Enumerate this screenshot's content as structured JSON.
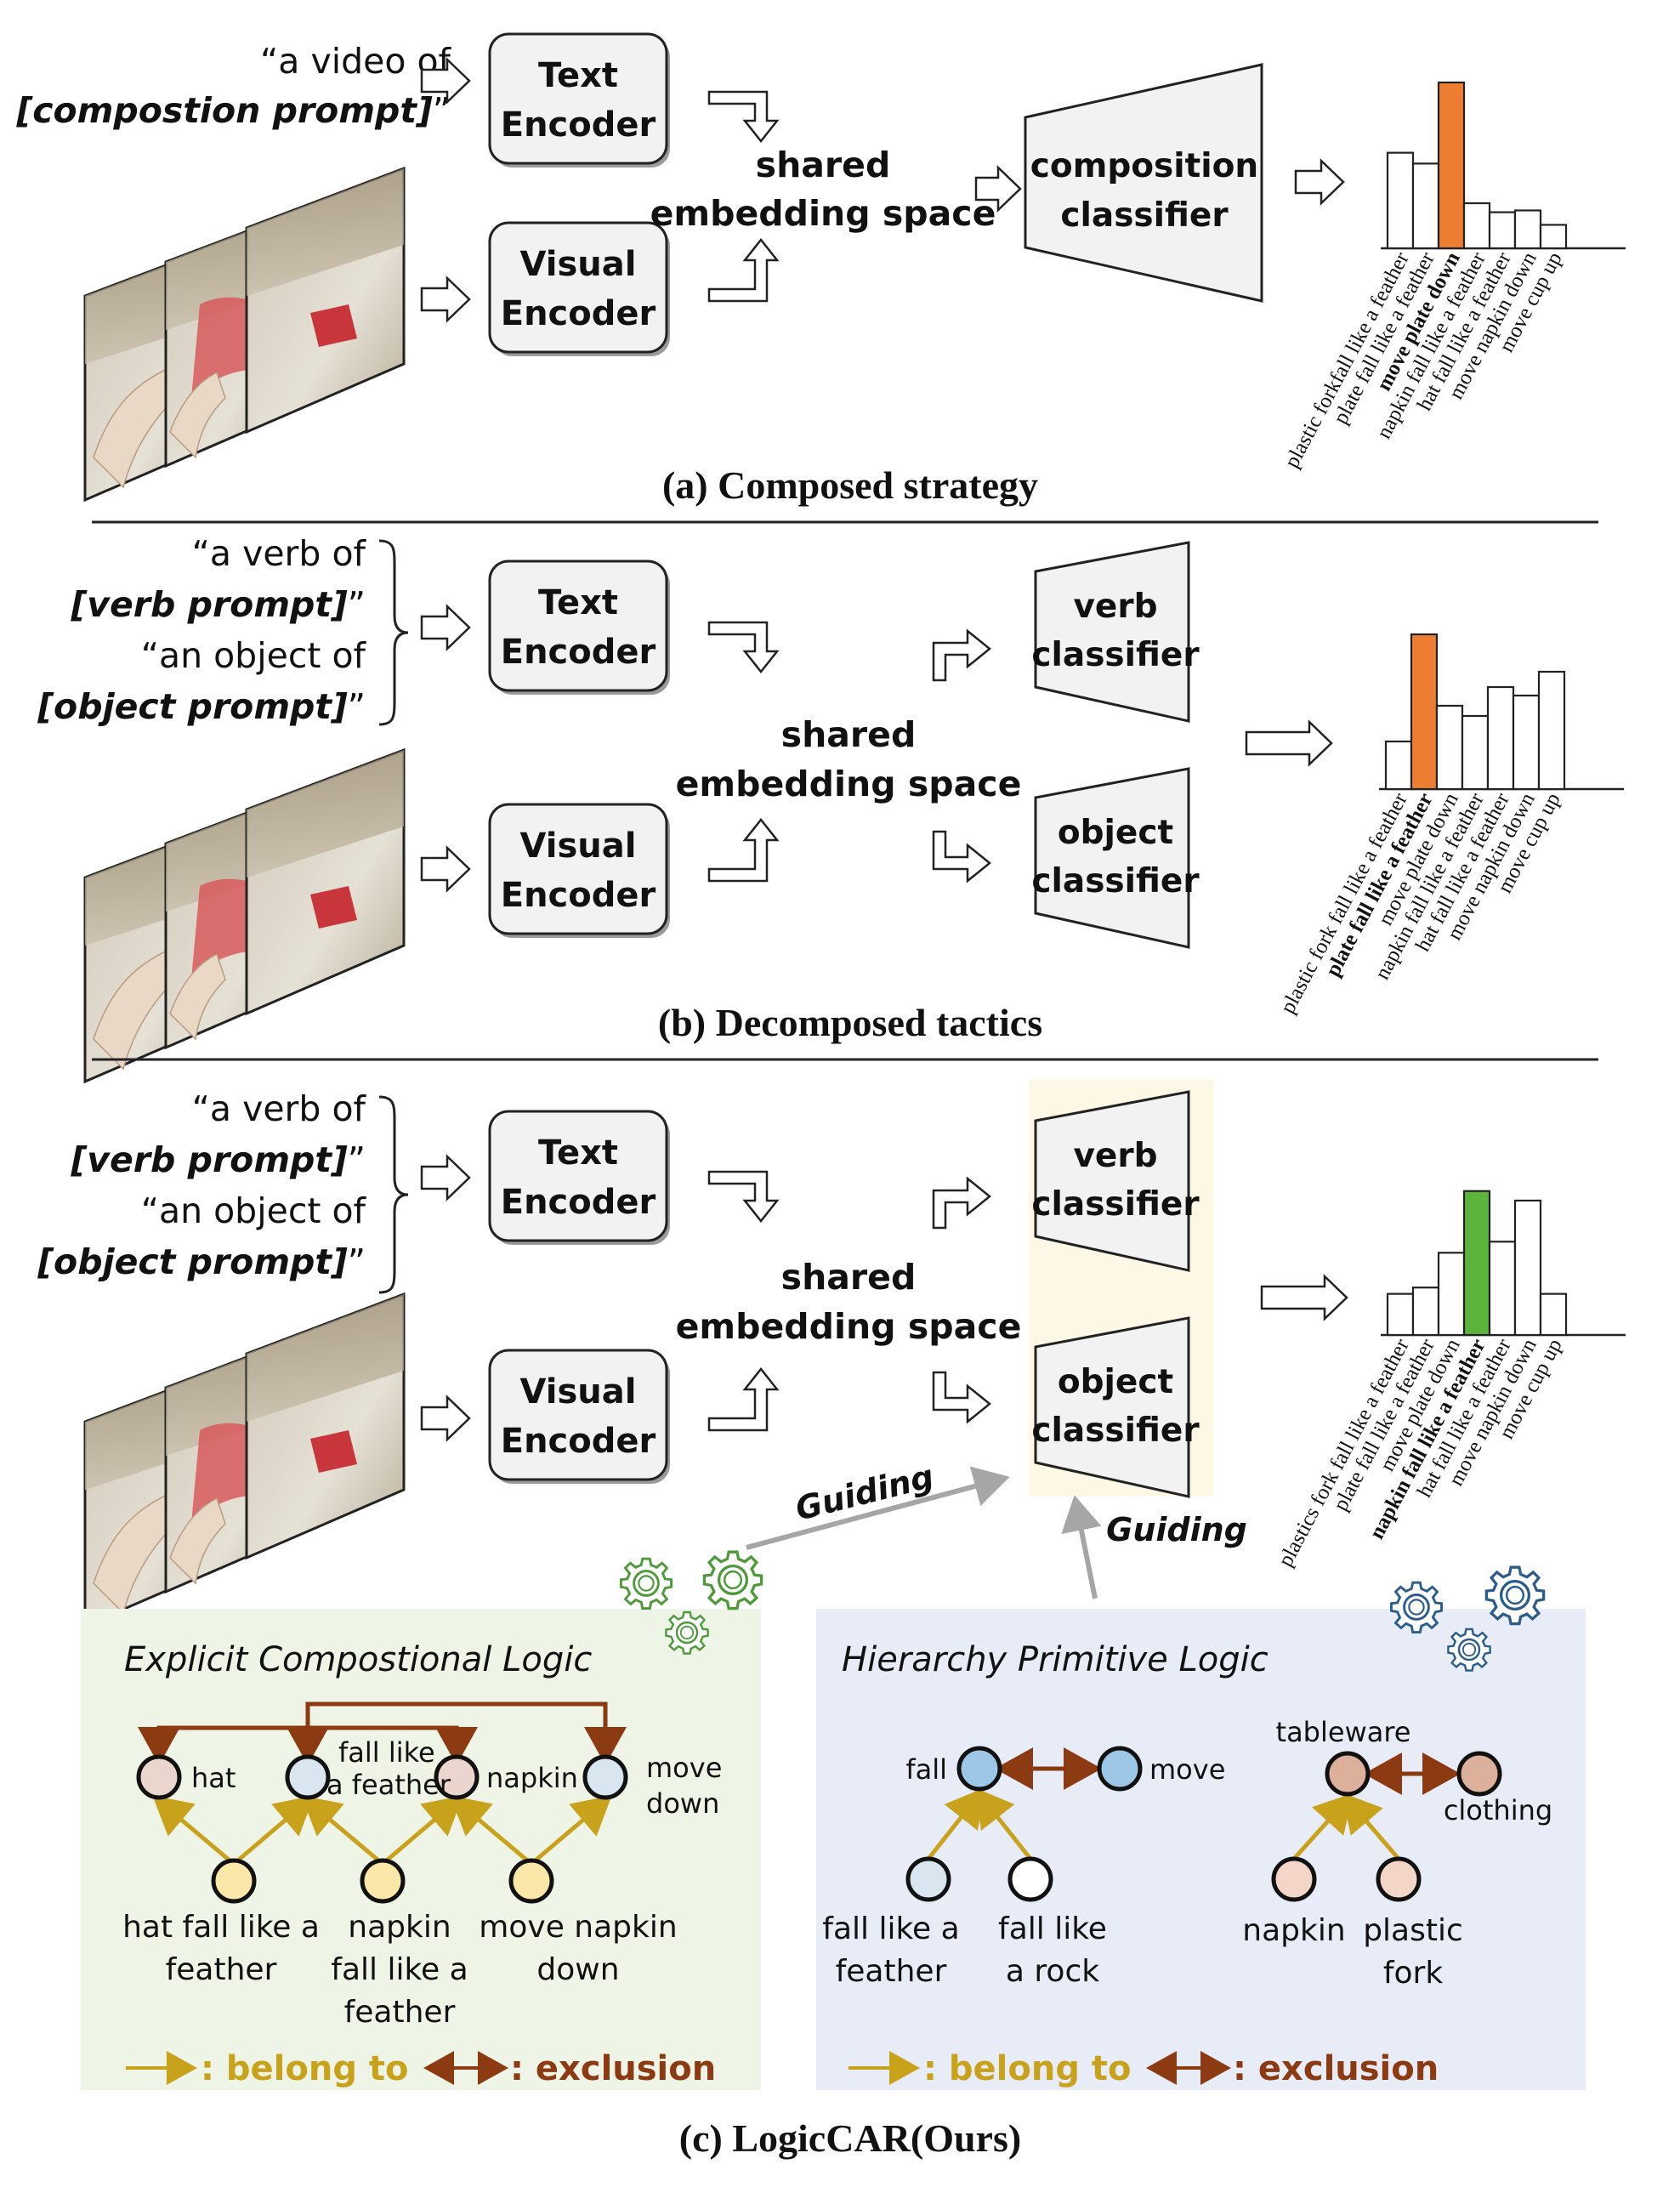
{
  "panels": [
    {
      "id": "a",
      "caption": "(a) Composed strategy",
      "prompts": [
        {
          "open": "“",
          "text": "a video of",
          "bold": "",
          "close": ""
        },
        {
          "open": "",
          "text": "",
          "bold": "[compostion prompt]",
          "close": "”"
        }
      ],
      "text_encoder": [
        "Text",
        "Encoder"
      ],
      "visual_encoder": [
        "Visual",
        "Encoder"
      ],
      "shared": [
        "shared",
        "embedding space"
      ],
      "classifiers": [
        [
          "composition",
          "classifier"
        ]
      ],
      "chart": {
        "type": "bar",
        "categories": [
          "plastic forkfall like a feather",
          "plate fall like a feather",
          "move plate down",
          "napkin fall like a feather",
          "hat fall like a feather",
          "move napkin down",
          "move cup up"
        ],
        "values": [
          0.53,
          0.47,
          0.92,
          0.25,
          0.2,
          0.21,
          0.13
        ],
        "highlight_index": 2,
        "highlight_color": "#ed7d31",
        "label_colors": [
          "#111111",
          "#111111",
          "#c00000",
          "#3a9a5b",
          "#111111",
          "#111111",
          "#111111"
        ]
      }
    },
    {
      "id": "b",
      "caption": "(b) Decomposed tactics",
      "prompts": [
        {
          "open": "“",
          "text": "a verb of",
          "bold": "",
          "close": ""
        },
        {
          "open": "",
          "text": "",
          "bold": "[verb prompt]",
          "close": "”"
        },
        {
          "open": "“",
          "text": "an object of",
          "bold": "",
          "close": ""
        },
        {
          "open": "",
          "text": "",
          "bold": "[object prompt]",
          "close": "”"
        }
      ],
      "text_encoder": [
        "Text",
        "Encoder"
      ],
      "visual_encoder": [
        "Visual",
        "Encoder"
      ],
      "shared": [
        "shared",
        "embedding space"
      ],
      "classifiers": [
        [
          "verb",
          "classifier"
        ],
        [
          "object",
          "classifier"
        ]
      ],
      "chart": {
        "type": "bar",
        "categories": [
          "plastic fork fall like a feather",
          "plate fall like a feather",
          "move plate down",
          "napkin fall like a feather",
          "hat fall like a feather",
          "move napkin down",
          "move cup up"
        ],
        "values": [
          0.28,
          0.91,
          0.49,
          0.43,
          0.6,
          0.55,
          0.69
        ],
        "highlight_index": 1,
        "highlight_color": "#ed7d31",
        "label_colors": [
          "#111111",
          "#c00000",
          "#111111",
          "#3a9a5b",
          "#111111",
          "#111111",
          "#111111"
        ]
      }
    },
    {
      "id": "c",
      "caption": "(c) LogicCAR(Ours)",
      "prompts": [
        {
          "open": "“",
          "text": "a verb of",
          "bold": "",
          "close": ""
        },
        {
          "open": "",
          "text": "",
          "bold": "[verb prompt]",
          "close": "”"
        },
        {
          "open": "“",
          "text": "an object of",
          "bold": "",
          "close": ""
        },
        {
          "open": "",
          "text": "",
          "bold": "[object prompt]",
          "close": "”"
        }
      ],
      "text_encoder": [
        "Text",
        "Encoder"
      ],
      "visual_encoder": [
        "Visual",
        "Encoder"
      ],
      "shared": [
        "shared",
        "embedding space"
      ],
      "classifiers": [
        [
          "verb",
          "classifier"
        ],
        [
          "object",
          "classifier"
        ]
      ],
      "chart": {
        "type": "bar",
        "categories": [
          "plastics fork  fall like a feather",
          "plate fall like a feather",
          "move plate down",
          "napkin fall like a feather",
          "hat fall like a feather",
          "move napkin down",
          "move cup up"
        ],
        "values": [
          0.26,
          0.3,
          0.52,
          0.91,
          0.59,
          0.85,
          0.26
        ],
        "highlight_index": 3,
        "highlight_color": "#5cb43c",
        "label_colors": [
          "#111111",
          "#111111",
          "#111111",
          "#3a9a5b",
          "#111111",
          "#111111",
          "#111111"
        ]
      },
      "guiding": [
        "Guiding",
        "Guiding"
      ]
    }
  ],
  "explicit_logic": {
    "title": "Explicit Compostional Logic",
    "top_nodes": [
      {
        "label": "hat",
        "fill": "#ead6cc"
      },
      {
        "label": [
          "fall like",
          "a feather"
        ],
        "fill": "#d9e6ef"
      },
      {
        "label": "napkin",
        "fill": "#ead6cc"
      },
      {
        "label": [
          "move",
          "down"
        ],
        "fill": "#d9e6ef"
      }
    ],
    "bottom_nodes": [
      {
        "label": [
          "hat fall like a",
          "feather"
        ],
        "fill": "#fbe8a8"
      },
      {
        "label": [
          "napkin",
          "fall like a",
          "feather"
        ],
        "fill": "#fbe8a8"
      },
      {
        "label": [
          "move napkin",
          "down"
        ],
        "fill": "#fbe8a8"
      }
    ],
    "legend": [
      ": belong to",
      ": exclusion"
    ]
  },
  "hierarchy_logic": {
    "title": "Hierarchy Primitive Logic",
    "verb_nodes": [
      {
        "label": "fall",
        "fill": "#9ec6e6"
      },
      {
        "label": "move",
        "fill": "#9ec6e6"
      },
      {
        "label": [
          "fall like a",
          "feather"
        ],
        "fill": "#d9e6ef"
      },
      {
        "label": [
          "fall like",
          "a rock"
        ],
        "fill": "#ffffff"
      }
    ],
    "object_nodes": [
      {
        "label": "tableware",
        "fill": "#dcb09a"
      },
      {
        "label": "clothing",
        "fill": "#dcb09a"
      },
      {
        "label": "napkin",
        "fill": "#f3d6c8"
      },
      {
        "label": [
          "plastic",
          "fork"
        ],
        "fill": "#f3d6c8"
      }
    ],
    "legend": [
      ": belong to",
      ": exclusion"
    ]
  },
  "colors": {
    "belong_to": "#c8a21a",
    "exclusion": "#8b3a12",
    "green_panel": "#eef4e6",
    "blue_panel": "#e8ecf7",
    "guide_panel": "#fdf7e6",
    "gear_green": "#4e9a3a",
    "gear_blue": "#2b5c8c"
  }
}
